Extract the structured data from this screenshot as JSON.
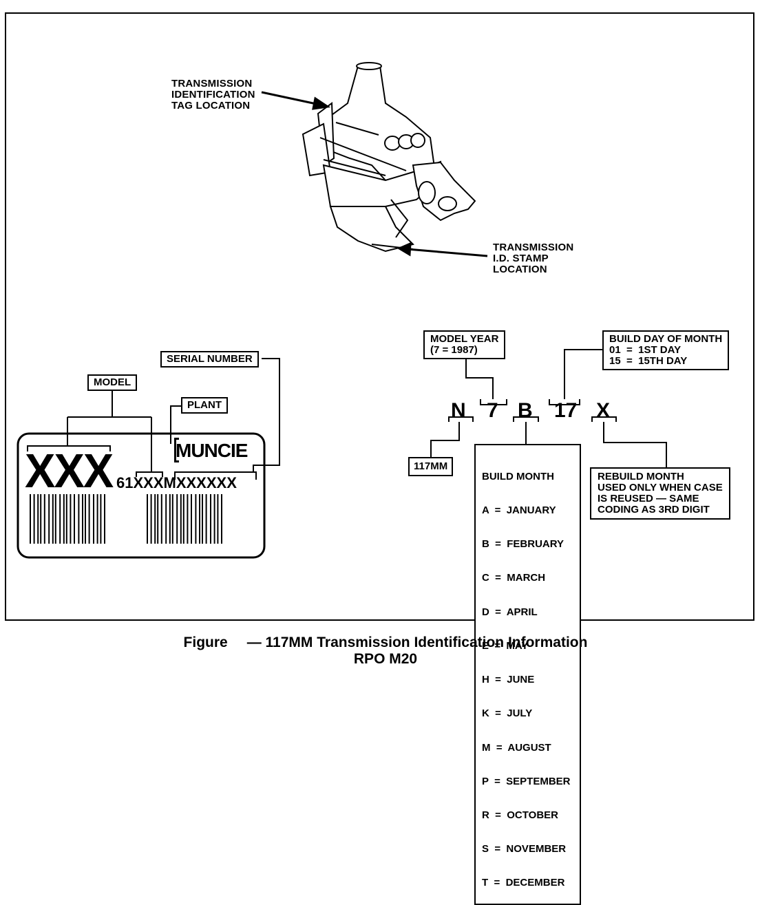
{
  "callouts": {
    "tag_location": "TRANSMISSION\nIDENTIFICATION\nTAG LOCATION",
    "stamp_location": "TRANSMISSION\nI.D. STAMP\nLOCATION"
  },
  "plate": {
    "model_label": "MODEL",
    "plant_label": "PLANT",
    "serial_label": "SERIAL NUMBER",
    "model_code": "XXX",
    "plant_name": "MUNCIE",
    "serial_code": "61XXXMXXXXXX"
  },
  "decode": {
    "model_year": "MODEL YEAR\n(7 = 1987)",
    "build_day": "BUILD DAY OF MONTH\n01  =  1ST DAY\n15  =  15TH DAY",
    "digits": [
      "N",
      "7",
      "B",
      "17",
      "X"
    ],
    "model_name": "117MM",
    "build_month_title": "BUILD MONTH",
    "build_month": [
      "A  =  JANUARY",
      "B  =  FEBRUARY",
      "C  =  MARCH",
      "D  =  APRIL",
      "E  =  MAY",
      "H  =  JUNE",
      "K  =  JULY",
      "M  =  AUGUST",
      "P  =  SEPTEMBER",
      "R  =  OCTOBER",
      "S  =  NOVEMBER",
      "T  =  DECEMBER"
    ],
    "rebuild_month": "REBUILD MONTH\nUSED ONLY WHEN CASE\nIS REUSED — SAME\nCODING AS 3RD DIGIT"
  },
  "caption": {
    "figure_word": "Figure",
    "title": "— 117MM Transmission Identification Information",
    "subtitle": "RPO M20"
  }
}
